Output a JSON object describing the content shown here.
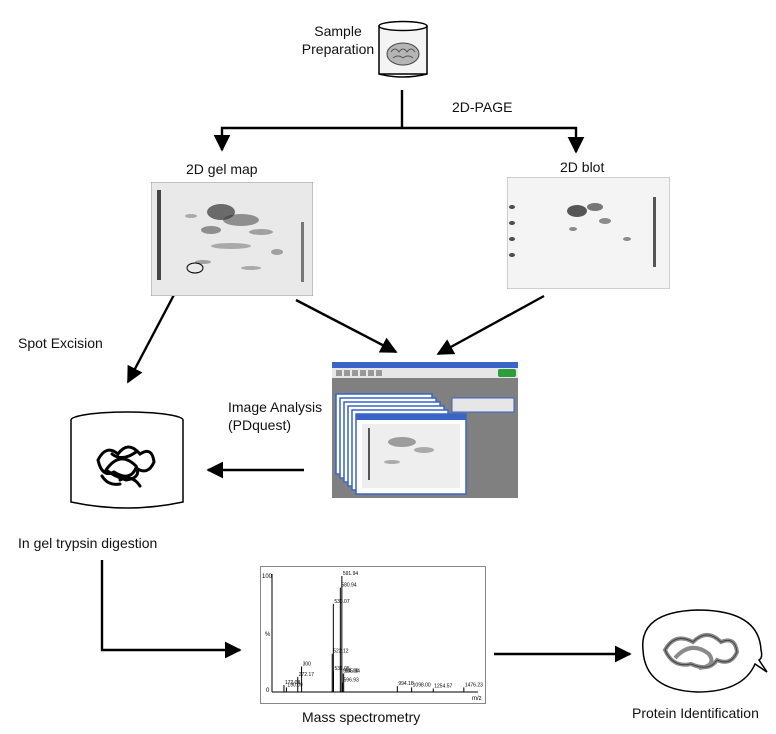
{
  "steps": {
    "sample_prep_line1": "Sample",
    "sample_prep_line2": "Preparation",
    "page": "2D-PAGE",
    "gel_map": "2D gel map",
    "blot": "2D blot",
    "spot_excision": "Spot Excision",
    "image_analysis_line1": "Image Analysis",
    "image_analysis_line2": "(PDquest)",
    "digestion": "In gel trypsin digestion",
    "mass_spec": "Mass spectrometry",
    "protein_id": "Protein Identification"
  },
  "spectrum": {
    "y_top": "100",
    "y_mid": "%",
    "y_bottom": "0",
    "x_end": "m/z",
    "peaks": [
      {
        "mz": "172.08",
        "rel": 6
      },
      {
        "mz": "190.09",
        "rel": 4
      },
      {
        "mz": "272.17",
        "rel": 13
      },
      {
        "mz": "300",
        "rel": 22
      },
      {
        "mz": "531.05",
        "rel": 18
      },
      {
        "mz": "522.12",
        "rel": 33
      },
      {
        "mz": "530.07",
        "rel": 76
      },
      {
        "mz": "580.94",
        "rel": 90
      },
      {
        "mz": "591.94",
        "rel": 100
      },
      {
        "mz": "594.00",
        "rel": 16
      },
      {
        "mz": "605.04",
        "rel": 16
      },
      {
        "mz": "596.93",
        "rel": 8
      },
      {
        "mz": "994.18",
        "rel": 5
      },
      {
        "mz": "1098.00",
        "rel": 4
      },
      {
        "mz": "1254.57",
        "rel": 3
      },
      {
        "mz": "1476.23",
        "rel": 4
      }
    ]
  },
  "colors": {
    "arrow": "#000000",
    "screen_bg": "#808080",
    "window_frame": "#3a64c8",
    "toolbar_green": "#2e9e3a"
  }
}
